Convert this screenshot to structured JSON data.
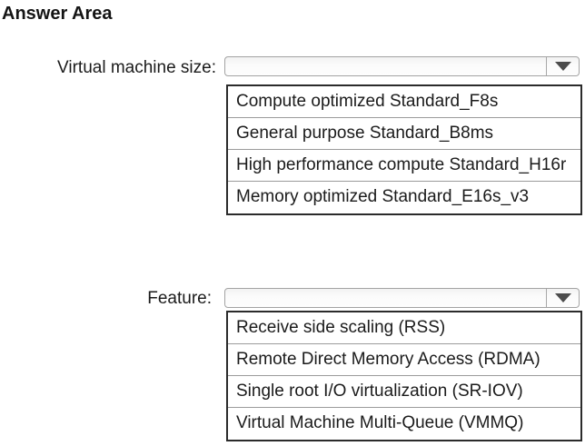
{
  "title": "Answer Area",
  "colors": {
    "text": "#1b1b1b",
    "list_border": "#2b2b2b",
    "row_separator": "#9b9b9b",
    "combo_border": "#a3a3a3",
    "combo_background": "#f7f7f7",
    "arrow": "#4c4c4c"
  },
  "groups": [
    {
      "label": "Virtual machine size:",
      "selected_value": "",
      "options": [
        "Compute optimized Standard_F8s",
        "General purpose Standard_B8ms",
        "High performance compute Standard_H16r",
        "Memory optimized Standard_E16s_v3"
      ]
    },
    {
      "label": "Feature:",
      "selected_value": "",
      "options": [
        "Receive side scaling (RSS)",
        "Remote Direct Memory Access (RDMA)",
        "Single root I/O virtualization (SR-IOV)",
        "Virtual Machine Multi-Queue (VMMQ)"
      ]
    }
  ]
}
